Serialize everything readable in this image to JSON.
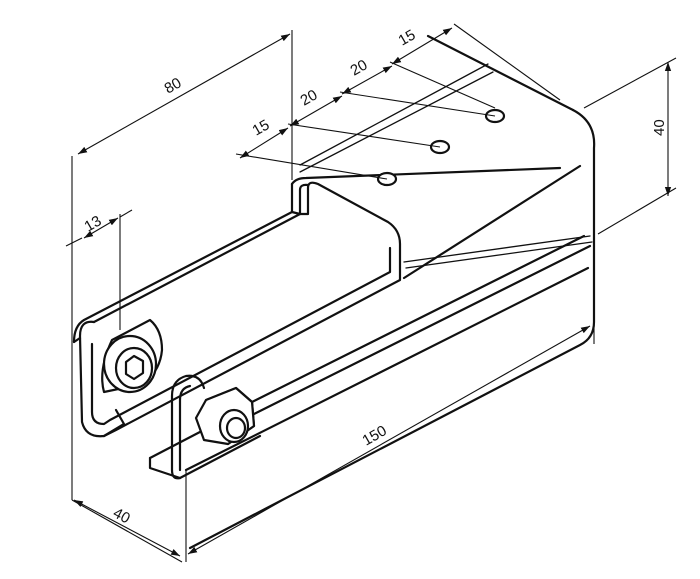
{
  "dimensions": {
    "width_top": "80",
    "hole_spacing_1": "15",
    "hole_spacing_2": "20",
    "hole_spacing_3": "20",
    "hole_spacing_4": "15",
    "height": "40",
    "bolt_offset": "13",
    "depth": "40",
    "length": "150"
  }
}
